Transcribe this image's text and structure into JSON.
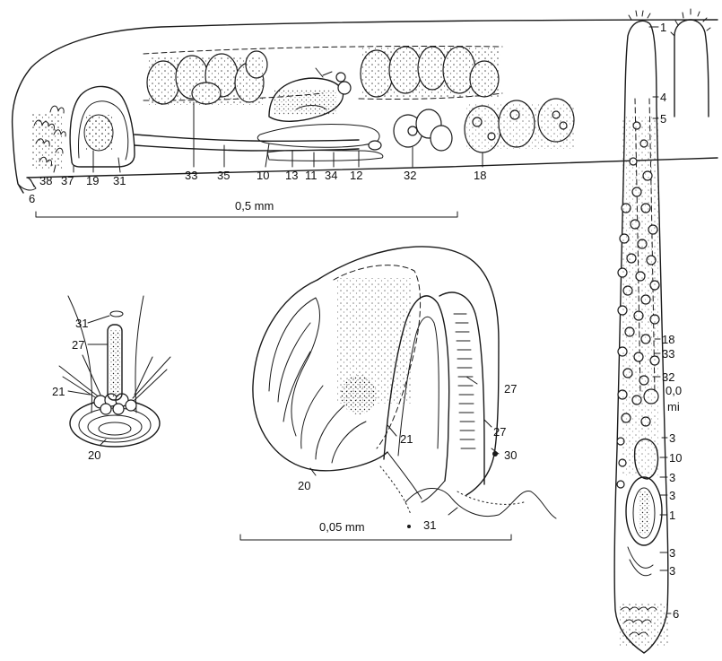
{
  "figure_a": {
    "labels": [
      "6",
      "38",
      "37",
      "19",
      "31",
      "33",
      "35",
      "10",
      "13",
      "11",
      "34",
      "12",
      "32",
      "18"
    ],
    "scale": "0,5 mm"
  },
  "figure_b": {
    "labels": [
      "31",
      "27",
      "21",
      "20"
    ]
  },
  "figure_c": {
    "labels": [
      "20",
      "21",
      "27",
      "27",
      "30",
      "31"
    ],
    "scale": "0,05 mm"
  },
  "figure_d": {
    "labels": [
      "1",
      "4",
      "5",
      "18",
      "33",
      "32",
      "3",
      "10",
      "3",
      "3",
      "1",
      "3",
      "3",
      "6"
    ],
    "scale_fragment": [
      "0,0",
      "mi"
    ]
  }
}
